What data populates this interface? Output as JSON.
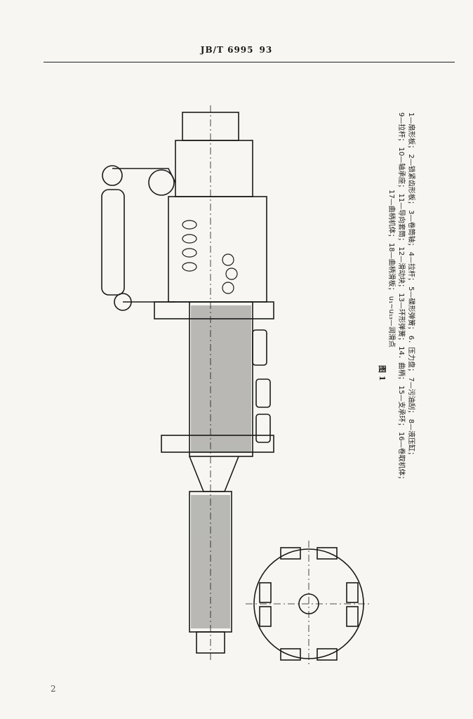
{
  "header": {
    "standard": "JB/T 6995",
    "page": "93"
  },
  "figure": {
    "title": "图 1"
  },
  "caption_lines": [
    "1—扇形板； 2—锁紧齿形板； 3—卷筒轴； 4—拉杆； 5—碟形弹簧； 6．压力盘； 7—污油刮； 8—液压缸；",
    "9—拉杆； 10—轴承座； 11—导向套筒； 12—滑动块； 13—环形弹簧； 14．曲柄； 15—支承环； 16—卷取机体；",
    "17—曲柄机体； 18—曲柄滑板； u₁~u₁₃—润滑点"
  ],
  "corner_mark": "2"
}
